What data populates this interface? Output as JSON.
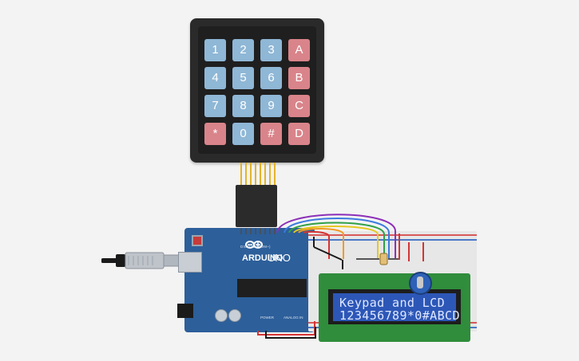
{
  "keypad": {
    "keys": [
      "1",
      "2",
      "3",
      "A",
      "4",
      "5",
      "6",
      "B",
      "7",
      "8",
      "9",
      "C",
      "*",
      "0",
      "#",
      "D"
    ]
  },
  "arduino": {
    "brand_label": "ARDUINO",
    "model_label": "UNO",
    "digital_label": "DIGITAL (PWM~)",
    "power_label": "POWER",
    "analog_label": "ANALOG IN"
  },
  "lcd": {
    "line1": "Keypad and LCD",
    "line2": "123456789*0#ABCD"
  },
  "colors": {
    "background": "#f3f3f3",
    "keypad_body": "#2a2a2a",
    "key_blue": "#8fb7d6",
    "key_red": "#d9848a",
    "arduino_blue": "#2d5f9a",
    "lcd_green": "#2f8d3b",
    "lcd_screen": "#2d57b7"
  }
}
